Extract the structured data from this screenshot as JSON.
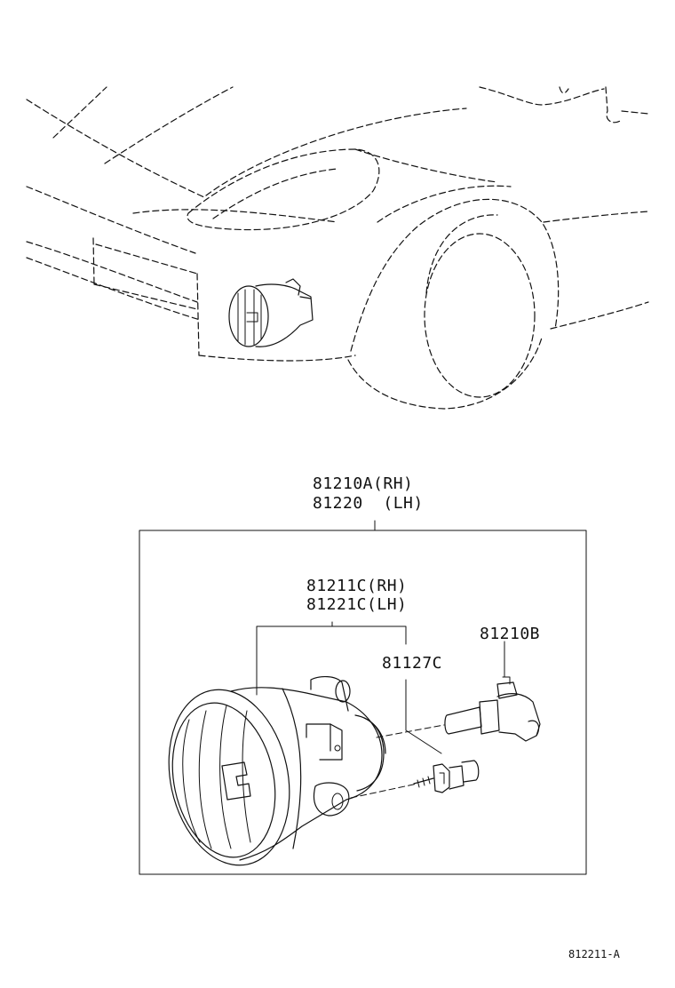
{
  "assembly": {
    "part_rh": "81210A(RH)",
    "part_lh": "81220  (LH)"
  },
  "housing": {
    "part_rh": "81211C(RH)",
    "part_lh": "81221C(LH)"
  },
  "socket_part": "81127C",
  "bulb_part": "81210B",
  "figure_id": "812211-A",
  "icons": [
    "car-front-outline-illustration",
    "fog-lamp-exploded-illustration",
    "bulb-icon",
    "screw-icon"
  ]
}
